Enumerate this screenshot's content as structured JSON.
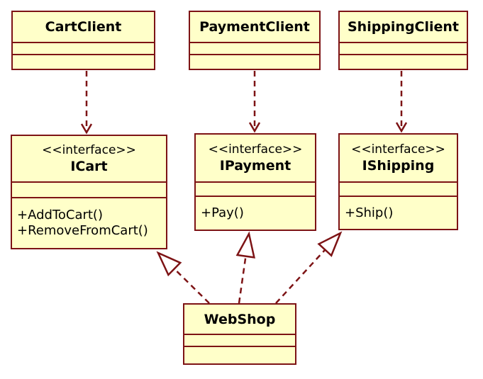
{
  "diagram": {
    "type": "uml_class_diagram",
    "background": "#ffffff",
    "style": {
      "box_fill": "#FFFFC9",
      "box_border": "#7D1315",
      "connector_color": "#7D1315",
      "text_color": "#000000"
    },
    "classes": {
      "cart_client": {
        "name": "CartClient"
      },
      "payment_client": {
        "name": "PaymentClient"
      },
      "shipping_client": {
        "name": "ShippingClient"
      },
      "icart": {
        "stereotype": "<<interface>>",
        "name": "ICart",
        "operations": [
          "+AddToCart()",
          "+RemoveFromCart()"
        ]
      },
      "ipayment": {
        "stereotype": "<<interface>>",
        "name": "IPayment",
        "operations": [
          "+Pay()"
        ]
      },
      "ishipping": {
        "stereotype": "<<interface>>",
        "name": "IShipping",
        "operations": [
          "+Ship()"
        ]
      },
      "webshop": {
        "name": "WebShop"
      }
    },
    "relationships": [
      {
        "type": "dependency",
        "from": "CartClient",
        "to": "ICart",
        "line": "dashed",
        "arrow": "open"
      },
      {
        "type": "dependency",
        "from": "PaymentClient",
        "to": "IPayment",
        "line": "dashed",
        "arrow": "open"
      },
      {
        "type": "dependency",
        "from": "ShippingClient",
        "to": "IShipping",
        "line": "dashed",
        "arrow": "open"
      },
      {
        "type": "realization",
        "from": "WebShop",
        "to": "ICart",
        "line": "dashed",
        "arrow": "hollow-triangle"
      },
      {
        "type": "realization",
        "from": "WebShop",
        "to": "IPayment",
        "line": "dashed",
        "arrow": "hollow-triangle"
      },
      {
        "type": "realization",
        "from": "WebShop",
        "to": "IShipping",
        "line": "dashed",
        "arrow": "hollow-triangle"
      }
    ]
  }
}
